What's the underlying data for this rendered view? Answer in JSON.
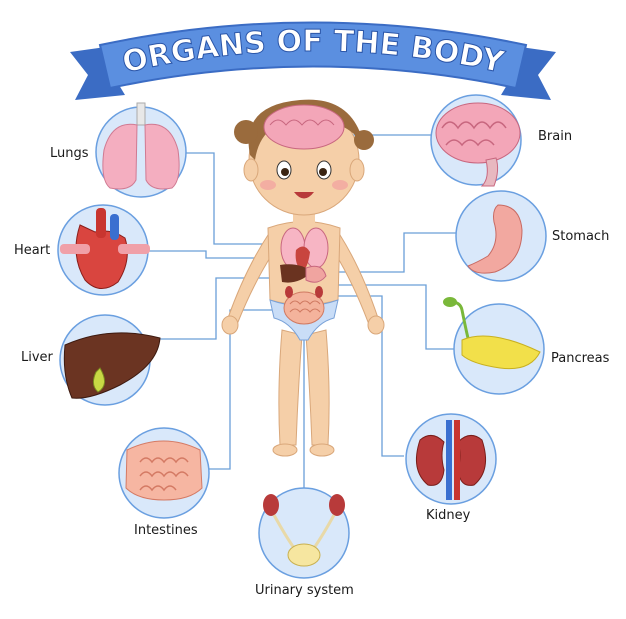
{
  "title": "ORGANS OF THE BODY",
  "colors": {
    "banner": "#5b8fe0",
    "banner_dark": "#3b6cc4",
    "circle_fill": "#d9e8fa",
    "circle_stroke": "#6a9fe0",
    "connector": "#6a9fd8",
    "skin": "#f5cfa8",
    "hair": "#9a6b3d"
  },
  "organs": [
    {
      "id": "lungs",
      "label": "Lungs"
    },
    {
      "id": "heart",
      "label": "Heart"
    },
    {
      "id": "liver",
      "label": "Liver"
    },
    {
      "id": "intestines",
      "label": "Intestines"
    },
    {
      "id": "urinary",
      "label": "Urinary system"
    },
    {
      "id": "kidney",
      "label": "Kidney"
    },
    {
      "id": "pancreas",
      "label": "Pancreas"
    },
    {
      "id": "stomach",
      "label": "Stomach"
    },
    {
      "id": "brain",
      "label": "Brain"
    }
  ]
}
